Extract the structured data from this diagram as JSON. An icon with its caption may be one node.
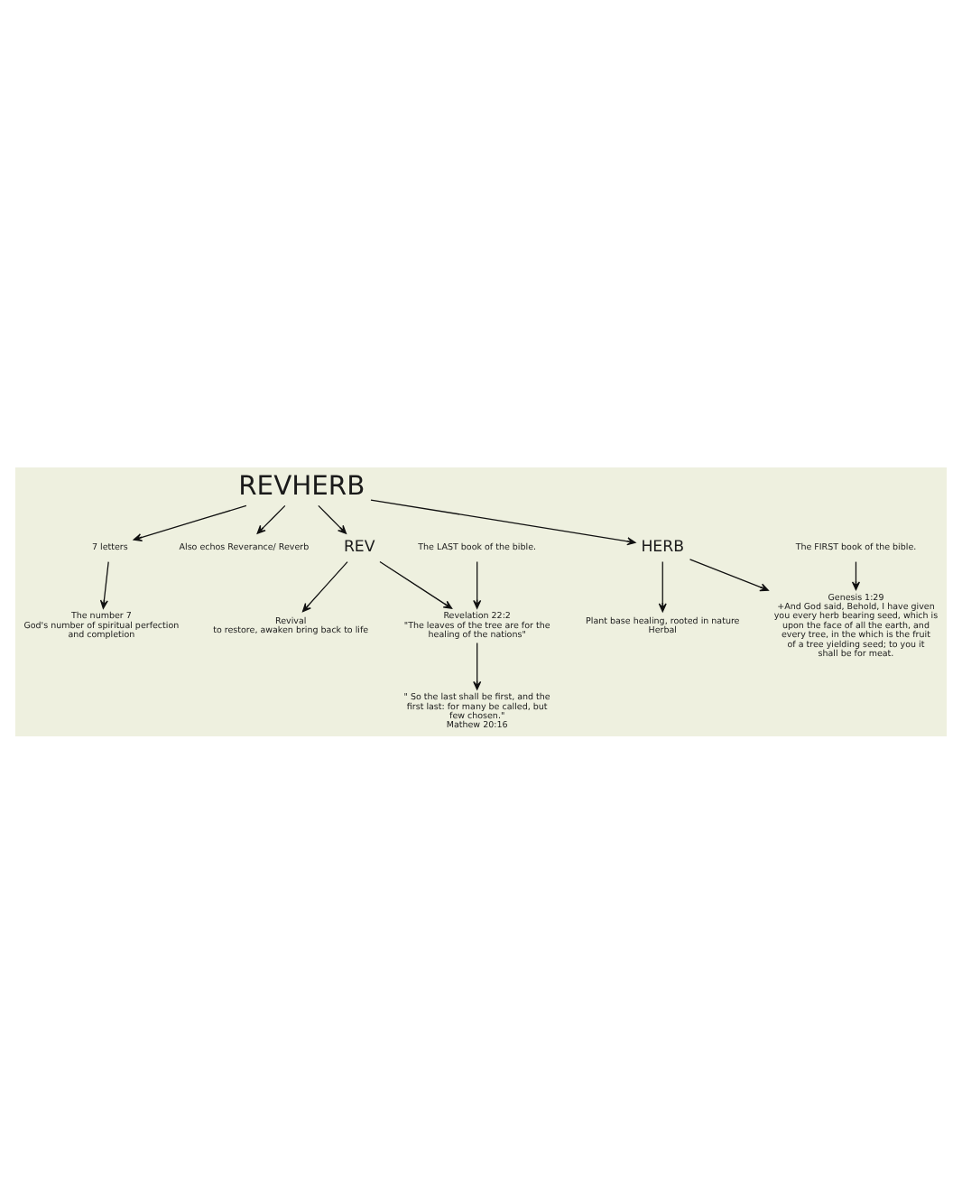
{
  "diagram": {
    "nodes": [
      {
        "text": [
          "REVHERB"
        ]
      },
      {
        "text": [
          "7 letters"
        ]
      },
      {
        "text": [
          "The number 7",
          "God's number of spiritual perfection and completion"
        ]
      },
      {
        "text": [
          "Also echos Reverance/ Reverb"
        ]
      },
      {
        "text": [
          "REV"
        ]
      },
      {
        "text": [
          "Revival",
          "to restore, awaken bring back to life"
        ]
      },
      {
        "text": [
          "HERB"
        ]
      },
      {
        "text": [
          "Plant base healing, rooted in nature",
          "Herbal"
        ]
      },
      {
        "text": [
          "Revelation 22:2",
          "\"The leaves of the tree are for the healing of the nations\""
        ]
      },
      {
        "text": [
          "The LAST book of the bible."
        ]
      },
      {
        "text": [
          "\" So the last shall be first, and the first last: for many be called, but few chosen.\"",
          "Mathew 20:16"
        ]
      },
      {
        "text": [
          "Genesis 1:29",
          "+And God said, Behold, I have given you every herb bearing seed, which is upon the face of all the earth, and every tree, in the which is the fruit of a tree yielding seed; to you it shall be for meat."
        ]
      },
      {
        "text": [
          "The FIRST book of the bible."
        ]
      }
    ],
    "edges": [
      {
        "from": 0,
        "to": 1,
        "arrow": "to"
      },
      {
        "from": 1,
        "to": 2,
        "arrow": "to"
      },
      {
        "from": 0,
        "to": 3,
        "arrow": "to"
      },
      {
        "from": 0,
        "to": 4,
        "arrow": "to"
      },
      {
        "from": 0,
        "to": 6,
        "arrow": "to"
      },
      {
        "from": 4,
        "to": 5,
        "arrow": "to"
      },
      {
        "from": 4,
        "to": 8,
        "arrow": "to"
      },
      {
        "from": 6,
        "to": 7,
        "arrow": "to"
      },
      {
        "from": 6,
        "to": 11,
        "arrow": "to"
      },
      {
        "from": 8,
        "to": 10,
        "arrow": "to"
      },
      {
        "from": 9,
        "to": 8,
        "arrow": "to"
      },
      {
        "from": 12,
        "to": 11,
        "arrow": "to"
      }
    ]
  }
}
